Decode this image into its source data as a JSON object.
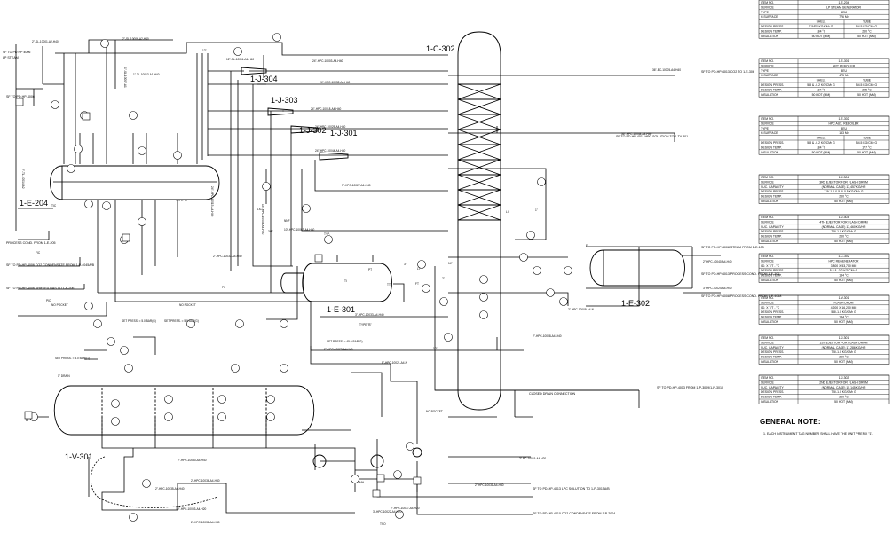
{
  "equipment": {
    "column": "1-C-302",
    "hx_e204": "1-E-204",
    "hx_e301": "1-E-301",
    "hx_e302": "1-E-302",
    "vessel_v301": "1-V-301",
    "ejector_j301": "1-J-301",
    "ejector_j302": "1-J-302",
    "ejector_j303": "1-J-303",
    "ejector_j304": "1-J-304"
  },
  "stream_labels": [
    "SF TO PD HP 4006",
    "LP STEAM",
    "SF TO PD-HP-4006",
    "PROCESS COND. FROM 1-E-205",
    "SF TO PD-HP-4006 CO2 CONDENSATE FROM 1-P-4045A/B",
    "SF TO PD-HP-4006 SHIFTED GAS TO 1-E-206",
    "SF TO PD-HP-4013 CO2 TO 1-E-306",
    "SF TO PD-HP-4011 HPC SOLUTION TO 1-TV-301",
    "SF TO PD-HP-4013 PROCESS COND. FROM 1-E-306",
    "SF TO PD-HP-4008 STEAM FROM 1-E-103",
    "SF TO PD-HP-4008 PROCESS COND. FROM 1-P-4048",
    "SF TO PD-HP-4013 FROM 1-P-3009/1-P-3010",
    "SF TO PD-HP-4013 LPC SOLUTION TO 1-P-3015A/B",
    "SF TO PD-HP-4010 CO2 CONDENSATE FROM 1-P-2004",
    "CLOSED DRAIN CONNECTION"
  ],
  "line_labels": [
    "2\"-SL-10001-A2-H40",
    "2\"-SL-10006-A2-H40",
    "12\"",
    "12\"-SL-10011-A1-H40",
    "1\"-TL-10013-A1-H40",
    "24\"-HPC-10003-A4-H40",
    "24\"-HPC-10032-A4-H40",
    "24\"-HPC-10018-A4-H40",
    "24\"-HPC-10025-A4-H40",
    "24\"-HPC-10044-A4-H40",
    "36\"-EC-10005-A4-H40",
    "36\"-HPC-10044-A4-H40",
    "24\"-HPC-10015-A4-H40",
    "14\"-HPC-10004-A4-H40",
    "3\"-HPC-10027-A1-H40",
    "10\"-HPC-10003-A4-H40",
    "2\"-HPC-10033-A4-H40",
    "3\"-HPC-10033-A4-H40",
    "2\"-HPC-10025-A4-H40",
    "2\"-HPC-10008-A4-H40",
    "8\"-HPC-10021-A4-N",
    "2\"-HPC-10009-A4-N",
    "2\"-HPC-10040-A4-H40",
    "3\"-HPC-10024-A4-H40",
    "2\"-HPC-10030-A4-H40",
    "2\"-HPC-10035-A4-H40",
    "2\"-HPC-10036-A4-H40",
    "2\"-HPC-10038-A4-H40",
    "2\"-HPC-10031-A4-H40",
    "2\"-PC-10019-A4-H20",
    "3\"-HPC-10022-A4-H20",
    "2\"-HPC-10037-A4-H20",
    "10\"-HPC-10003-A4-H20",
    "1\"-SL-10007-A1",
    "2\"-TL-10014-A2"
  ],
  "instrument_labels": [
    "SET PRESS. = 5.0 BAR(G)",
    "SET PRESS. = 5.0 BAR(G)",
    "SET PRESS. = 5.0 BAR(G)",
    "SET PRESS. = 45.0 BAR(G)",
    "NO POCKET",
    "NO POCKET",
    "NO POCKET",
    "TYPE \"B\"",
    "TYPE \"B\"",
    "1\" DRAIN",
    "NNF",
    "TYP.",
    "TSO",
    "MH",
    "PIC",
    "TIC",
    "LIC",
    "FIC",
    "PI",
    "TI",
    "LI",
    "FI",
    "PT",
    "TT",
    "LT",
    "FT",
    "3/4\"",
    "1\"",
    "2\"",
    "3\"",
    "10\"",
    "14\""
  ],
  "tables": [
    {
      "rows": [
        [
          "ITEM NO.",
          "1-E-204",
          ""
        ],
        [
          "SERVICE",
          "LP STEAM GENERATOR",
          ""
        ],
        [
          "TYPE",
          "BEM",
          ""
        ],
        [
          "H.SURFACE",
          "776 M²",
          ""
        ],
        [
          "",
          "SHELL",
          "TUBE"
        ],
        [
          "DESIGN PRESS.",
          "7.5/FV KG/CM² G",
          "54.5 KG/CM² G"
        ],
        [
          "DESIGN TEMP.",
          "184 °C",
          "260 °C"
        ],
        [
          "INSULATION",
          "50 HOT (MM)",
          "50 HOT (MM)"
        ]
      ]
    },
    {
      "rows": [
        [
          "ITEM NO.",
          "1-E-301",
          ""
        ],
        [
          "SERVICE",
          "HPC REBOILER",
          ""
        ],
        [
          "TYPE",
          "BEU",
          ""
        ],
        [
          "H.SURFACE",
          "475 M²",
          ""
        ],
        [
          "",
          "SHELL",
          "TUBE"
        ],
        [
          "DESIGN PRESS.",
          "5.8 & -0.2 KG/CM² G",
          "54.5 KG/CM² G"
        ],
        [
          "DESIGN TEMP.",
          "184 °C",
          "205 °C"
        ],
        [
          "INSULATION",
          "50 HOT (MM)",
          "50 HOT (MM)"
        ]
      ]
    },
    {
      "rows": [
        [
          "ITEM NO.",
          "1-E-302",
          ""
        ],
        [
          "SERVICE",
          "HPC AUX. REBOILER",
          ""
        ],
        [
          "TYPE",
          "BEU",
          ""
        ],
        [
          "H.SURFACE",
          "153 M²",
          ""
        ],
        [
          "",
          "SHELL",
          "TUBE"
        ],
        [
          "DESIGN PRESS.",
          "5.8 & -0.2 KG/CM² G",
          "54.5 KG/CM² G"
        ],
        [
          "DESIGN TEMP.",
          "184 °C",
          "177 °C"
        ],
        [
          "INSULATION",
          "50 HOT (MM)",
          "50 HOT (MM)"
        ]
      ]
    },
    {
      "rows": [
        [
          "ITEM NO.",
          "1-J-304",
          ""
        ],
        [
          "SERVICE",
          "3RD EJECTOR FOR FLASH DRUM",
          ""
        ],
        [
          "SUC. CAPACITY",
          "(NORMAL CASE) 13,457 KG/HR",
          ""
        ],
        [
          "DESIGN PRESS.",
          "7.5/-1.0 & 5.8/-0.5 KG/CM² G",
          ""
        ],
        [
          "DESIGN TEMP.",
          "260 °C",
          ""
        ],
        [
          "INSULATION",
          "50 HOT (MM)",
          ""
        ]
      ]
    },
    {
      "rows": [
        [
          "ITEM NO.",
          "1-J-303",
          ""
        ],
        [
          "SERVICE",
          "4TH EJECTOR FOR FLASH DRUM",
          ""
        ],
        [
          "SUC. CAPACITY",
          "(NORMAL CASE) 13,460 KG/HR",
          ""
        ],
        [
          "DESIGN PRESS.",
          "7.5/-1.0 KG/CM² G",
          ""
        ],
        [
          "DESIGN TEMP.",
          "260 °C",
          ""
        ],
        [
          "INSULATION",
          "50 HOT (MM)",
          ""
        ]
      ]
    },
    {
      "rows": [
        [
          "ITEM NO.",
          "1-C-302",
          ""
        ],
        [
          "SERVICE",
          "HPC REGENERATOR",
          ""
        ],
        [
          "I.D. X T/T - °C",
          "3,800 X 53,700 MM",
          ""
        ],
        [
          "DESIGN PRESS.",
          "5.8 & -0.2 KG/CM² G",
          ""
        ],
        [
          "DESIGN TEMP.",
          "184 °C",
          ""
        ],
        [
          "INSULATION",
          "50 HOT (MM)",
          ""
        ]
      ]
    },
    {
      "rows": [
        [
          "ITEM NO.",
          "1-V-301",
          ""
        ],
        [
          "SERVICE",
          "FLASH DRUM",
          ""
        ],
        [
          "I.D. X T/T - °C",
          "4,200 X 16,200 MM",
          ""
        ],
        [
          "DESIGN PRESS.",
          "5.8/-1.0 KG/CM² G",
          ""
        ],
        [
          "DESIGN TEMP.",
          "184 °C",
          ""
        ],
        [
          "INSULATION",
          "50 HOT (MM)",
          ""
        ]
      ]
    },
    {
      "rows": [
        [
          "ITEM NO.",
          "1-J-301",
          ""
        ],
        [
          "SERVICE",
          "1ST EJECTOR FOR FLASH DRUM",
          ""
        ],
        [
          "SUC. CAPACITY",
          "(NORMAL CASE) 17,286 KG/HR",
          ""
        ],
        [
          "DESIGN PRESS.",
          "7.5/-1.0 KG/CM² G",
          ""
        ],
        [
          "DESIGN TEMP.",
          "260 °C",
          ""
        ],
        [
          "INSULATION",
          "50 HOT (MM)",
          ""
        ]
      ]
    },
    {
      "rows": [
        [
          "ITEM NO.",
          "1-J-302",
          ""
        ],
        [
          "SERVICE",
          "2ND EJECTOR FOR FLASH DRUM",
          ""
        ],
        [
          "SUC. CAPACITY",
          "(NORMAL CASE) 15,145 KG/HR",
          ""
        ],
        [
          "DESIGN PRESS.",
          "7.5/-1.0 KG/CM² G",
          ""
        ],
        [
          "DESIGN TEMP.",
          "260 °C",
          ""
        ],
        [
          "INSULATION",
          "50 HOT (MM)",
          ""
        ]
      ]
    }
  ],
  "notes": {
    "title": "GENERAL NOTE:",
    "items": [
      "1. EACH INSTRUMENT TAG NUMBER SHALL HAVE THE UNIT PREFIX \"1\"."
    ]
  }
}
